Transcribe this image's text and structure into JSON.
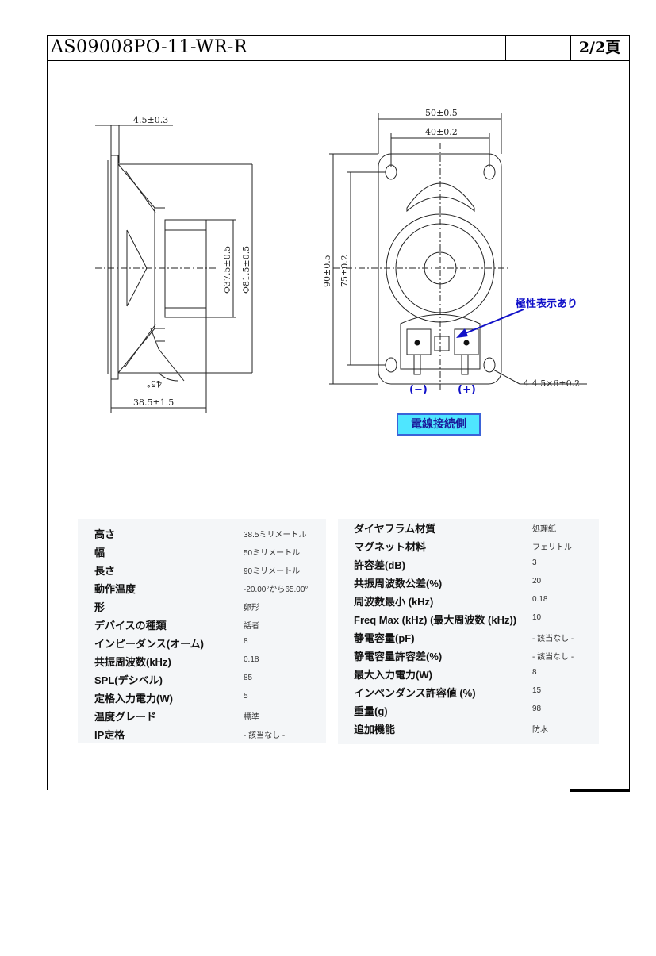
{
  "header": {
    "title": "AS09008PO-11-WR-R",
    "page": "2/2頁"
  },
  "drawing": {
    "dims": {
      "flange": "4.5±0.3",
      "depth": "38.5±1.5",
      "magnet_dia": "Φ37.5±0.5",
      "cone_dia": "Φ81.5±0.5",
      "angle": "45°",
      "outer_width": "50±0.5",
      "hole_pitch_w": "40±0.2",
      "outer_length": "90±0.5",
      "hole_pitch_l": "75±0.2",
      "holes": "4-4.5×6±0.2"
    },
    "polarity_note": "極性表示あり",
    "minus": "(−)",
    "plus": "(+)",
    "connection_side": "電線接続側"
  },
  "specs_left": [
    {
      "k": "高さ",
      "v": "38.5ミリメートル"
    },
    {
      "k": "幅",
      "v": "50ミリメートル"
    },
    {
      "k": "長さ",
      "v": "90ミリメートル"
    },
    {
      "k": "動作温度",
      "v": "-20.00°から65.00°"
    },
    {
      "k": "形",
      "v": "卵形"
    },
    {
      "k": "デバイスの種類",
      "v": "話者"
    },
    {
      "k": "インピーダンス(オーム)",
      "v": "8"
    },
    {
      "k": "共振周波数(kHz)",
      "v": "0.18"
    },
    {
      "k": "SPL(デシベル)",
      "v": "85"
    },
    {
      "k": "定格入力電力(W)",
      "v": "5"
    },
    {
      "k": "温度グレード",
      "v": "標準"
    },
    {
      "k": "IP定格",
      "v": "- 該当なし -"
    }
  ],
  "specs_right": [
    {
      "k": "ダイヤフラム材質",
      "v": "処理紙"
    },
    {
      "k": "マグネット材料",
      "v": "フェリトル"
    },
    {
      "k": "許容差(dB)",
      "v": "3"
    },
    {
      "k": "共振周波数公差(%)",
      "v": "20"
    },
    {
      "k": "周波数最小 (kHz)",
      "v": "0.18"
    },
    {
      "k": "Freq Max (kHz) (最大周波数 (kHz))",
      "v": "10"
    },
    {
      "k": "静電容量(pF)",
      "v": "- 該当なし -"
    },
    {
      "k": "静電容量許容差(%)",
      "v": "- 該当なし -"
    },
    {
      "k": "最大入力電力(W)",
      "v": "8"
    },
    {
      "k": "インペンダンス許容値 (%)",
      "v": "15"
    },
    {
      "k": "重量(g)",
      "v": "98"
    },
    {
      "k": "追加機能",
      "v": "防水"
    }
  ]
}
